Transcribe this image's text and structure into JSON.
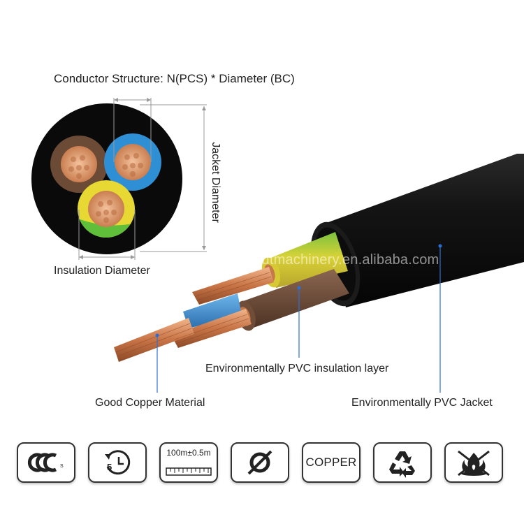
{
  "labels": {
    "conductor_structure": "Conductor Structure: N(PCS) * Diameter (BC)",
    "jacket_diameter": "Jacket Diameter",
    "insulation_diameter": "Insulation Diameter",
    "good_copper": "Good Copper Material",
    "pvc_insulation": "Environmentally PVC insulation layer",
    "pvc_jacket": "Environmentally PVC Jacket",
    "watermark": "gyutmachinery.en.alibaba.com"
  },
  "icons": [
    {
      "name": "ccc-certification-icon",
      "text": "CCC"
    },
    {
      "name": "service-life-clock-icon"
    },
    {
      "name": "length-tolerance-icon",
      "text": "100m±0.5m"
    },
    {
      "name": "diameter-icon"
    },
    {
      "name": "copper-icon",
      "text": "COPPER"
    },
    {
      "name": "recycle-icon"
    },
    {
      "name": "no-fire-icon"
    }
  ],
  "colors": {
    "jacket": "#111111",
    "brown": "#6b4a36",
    "blue": "#2f8fd4",
    "yellow": "#e8d834",
    "green": "#5fbf3a",
    "copper": "#d98a5b",
    "leader_line": "#2c6fd6"
  }
}
